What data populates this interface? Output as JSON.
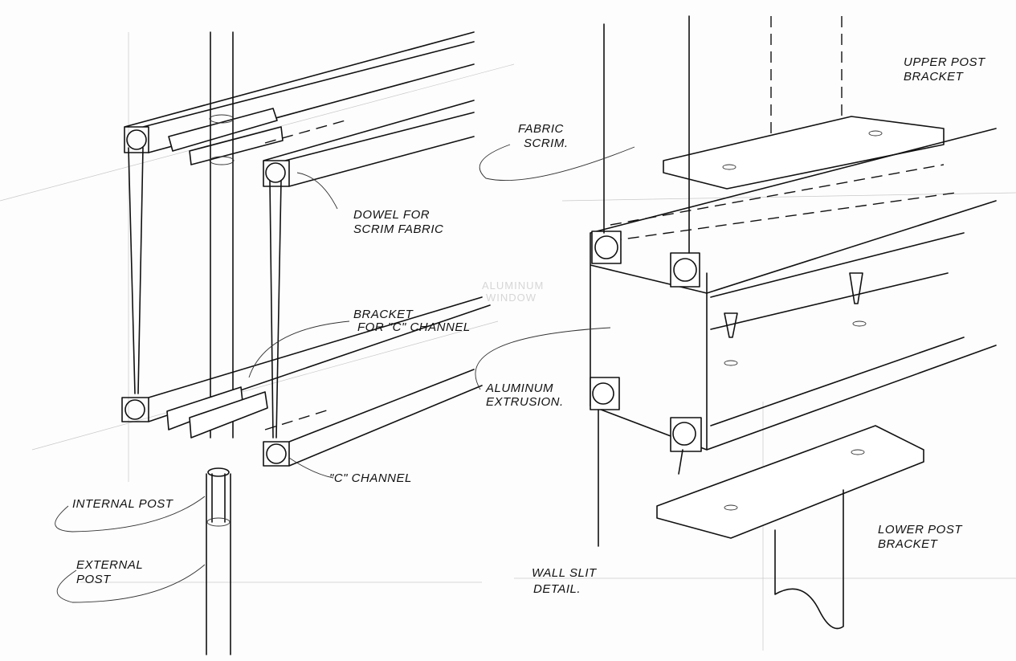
{
  "title": "Wall slit detail sketch",
  "labels": {
    "upper_post_bracket": [
      "UPPER POST",
      "BRACKET"
    ],
    "fabric_scrim": [
      "FABRIC",
      "SCRIM."
    ],
    "dowel": [
      "DOWEL FOR",
      "SCRIM FABRIC"
    ],
    "bracket_c_channel": [
      "BRACKET",
      "FOR \"C\" CHANNEL"
    ],
    "aluminum_extrusion": [
      "ALUMINUM",
      "EXTRUSION."
    ],
    "c_channel": "\"C\" CHANNEL",
    "internal_post": "INTERNAL POST",
    "external_post": [
      "EXTERNAL",
      "POST"
    ],
    "wall_slit_detail": [
      "WALL SLIT",
      "DETAIL."
    ],
    "lower_post_bracket": [
      "LOWER POST",
      "BRACKET"
    ],
    "aluminum_window": [
      "ALUMINUM",
      "WINDOW"
    ]
  }
}
